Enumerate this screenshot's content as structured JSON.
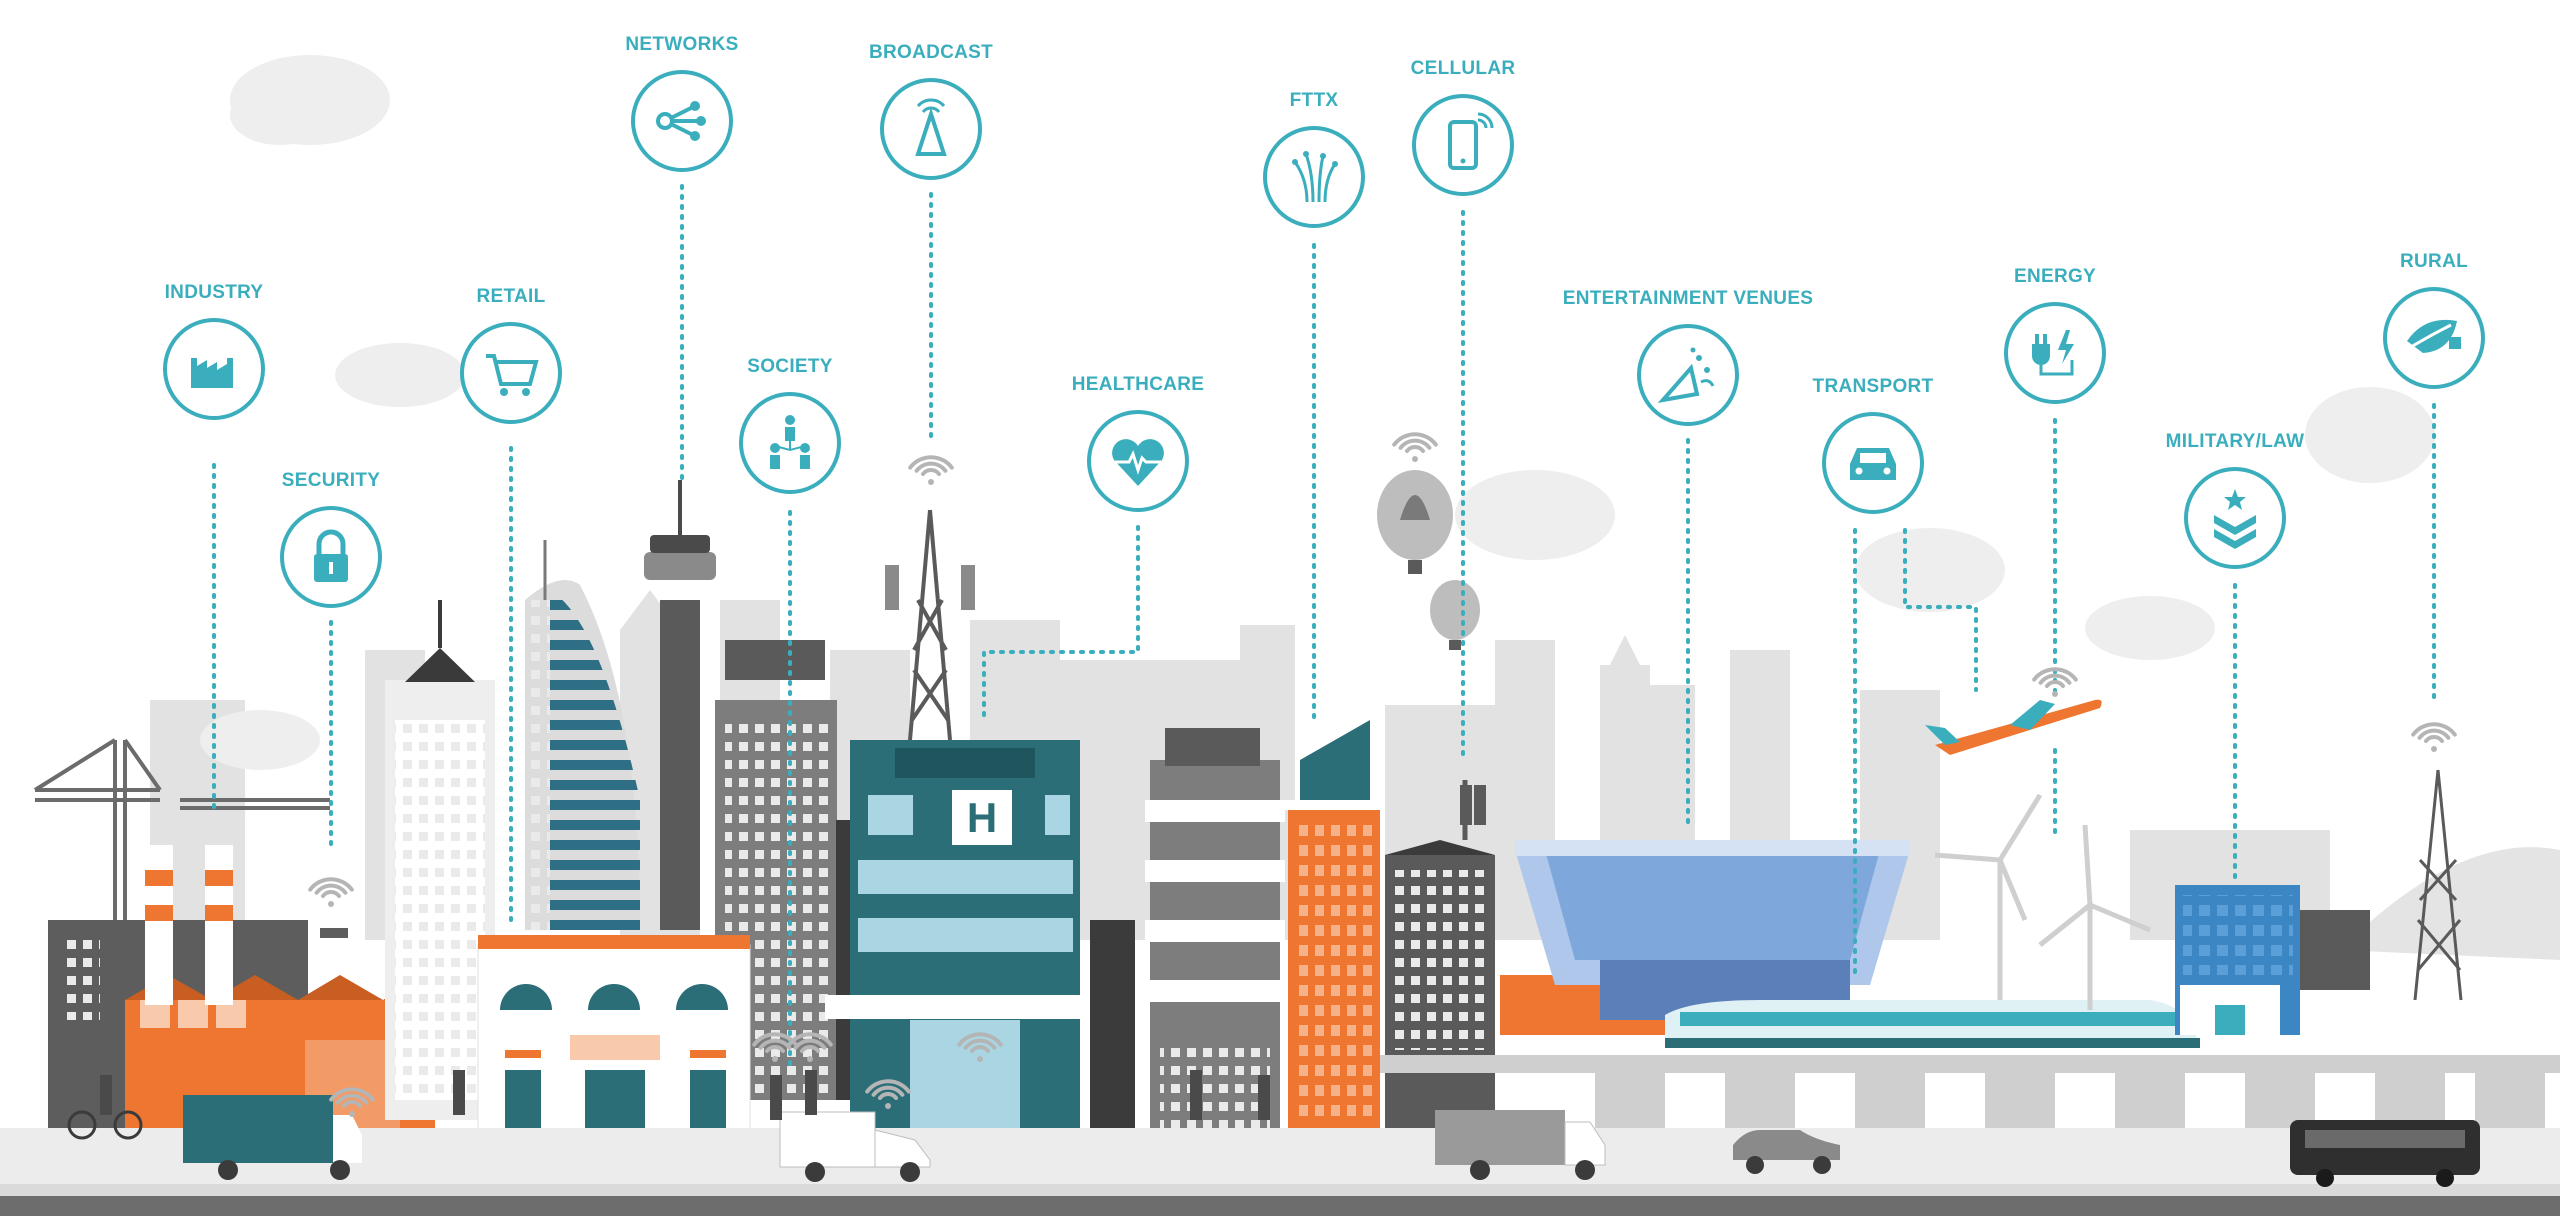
{
  "colors": {
    "accent": "#3aaebd",
    "teal_dark": "#2b6e78",
    "orange": "#ef7630",
    "gray_light": "#d9d9d9",
    "gray_mid": "#a5a5a5",
    "gray_dark": "#5f5f5f",
    "road": "#6d6d6d"
  },
  "categories": [
    {
      "id": "industry",
      "label": "INDUSTRY",
      "icon": "factory-icon"
    },
    {
      "id": "security",
      "label": "SECURITY",
      "icon": "lock-icon"
    },
    {
      "id": "retail",
      "label": "RETAIL",
      "icon": "shopping-cart-icon"
    },
    {
      "id": "networks",
      "label": "NETWORKS",
      "icon": "share-network-icon"
    },
    {
      "id": "society",
      "label": "SOCIETY",
      "icon": "people-icon"
    },
    {
      "id": "broadcast",
      "label": "BROADCAST",
      "icon": "broadcast-tower-icon"
    },
    {
      "id": "healthcare",
      "label": "HEALTHCARE",
      "icon": "heart-pulse-icon"
    },
    {
      "id": "fttx",
      "label": "FTTX",
      "icon": "fiber-optic-icon"
    },
    {
      "id": "cellular",
      "label": "CELLULAR",
      "icon": "mobile-phone-icon"
    },
    {
      "id": "entertainment",
      "label": "ENTERTAINMENT VENUES",
      "icon": "party-icon"
    },
    {
      "id": "transport",
      "label": "TRANSPORT",
      "icon": "car-icon"
    },
    {
      "id": "energy",
      "label": "ENERGY",
      "icon": "power-plug-icon"
    },
    {
      "id": "military",
      "label": "MILITARY/LAW",
      "icon": "chevron-rank-icon"
    },
    {
      "id": "rural",
      "label": "RURAL",
      "icon": "leaf-house-icon"
    }
  ],
  "hospital_sign": "H"
}
